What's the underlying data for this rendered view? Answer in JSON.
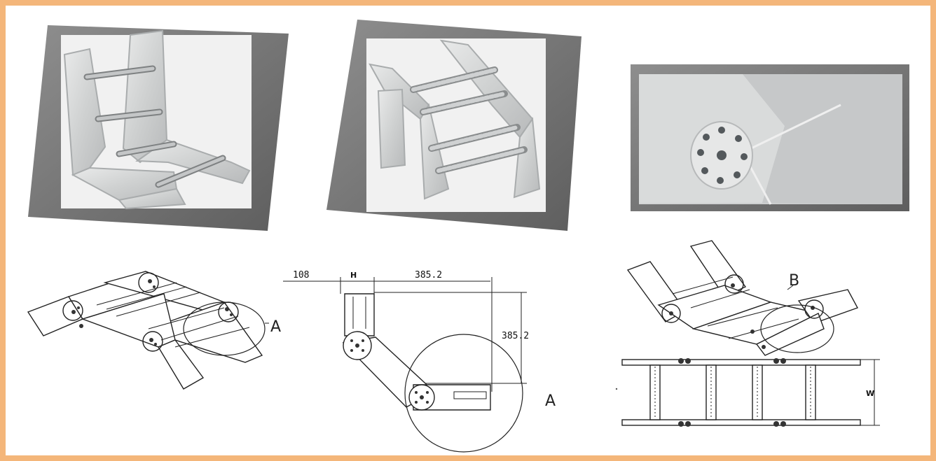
{
  "photos": [
    {
      "name": "vertical-bend-ladder-photo"
    },
    {
      "name": "vertical-bend-ladder-photo-2"
    },
    {
      "name": "bend-hinge-joint-detail-photo"
    }
  ],
  "drawing_left": {
    "callout": "A"
  },
  "drawing_center": {
    "dim_offset": "108",
    "dim_height_label": "H",
    "dim_horizontal": "385.2",
    "dim_vertical": "385.2",
    "callout": "A"
  },
  "drawing_right": {
    "callout": "B",
    "width_label": "W"
  },
  "colors": {
    "background": "#f4b67a",
    "panel": "#ffffff",
    "line": "#222222"
  }
}
